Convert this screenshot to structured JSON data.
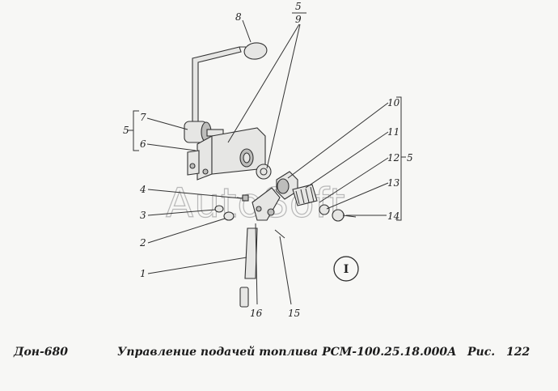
{
  "watermark": "AutoSoft",
  "section_marker": "I",
  "callouts": {
    "n1": "1",
    "n2": "2",
    "n3": "3",
    "n4": "4",
    "n5_top_num": "5",
    "n5_top_den": "9",
    "n5_left": "5",
    "n5_right": "5",
    "n6": "6",
    "n7": "7",
    "n8": "8",
    "n10": "10",
    "n11": "11",
    "n12": "12",
    "n13": "13",
    "n14": "14",
    "n15": "15",
    "n16": "16"
  },
  "footer": {
    "left": "Дон-680",
    "title": "Управление подачей топлива РСМ-100.25.18.000А",
    "fig_label": "Рис.",
    "fig_number": "122"
  }
}
